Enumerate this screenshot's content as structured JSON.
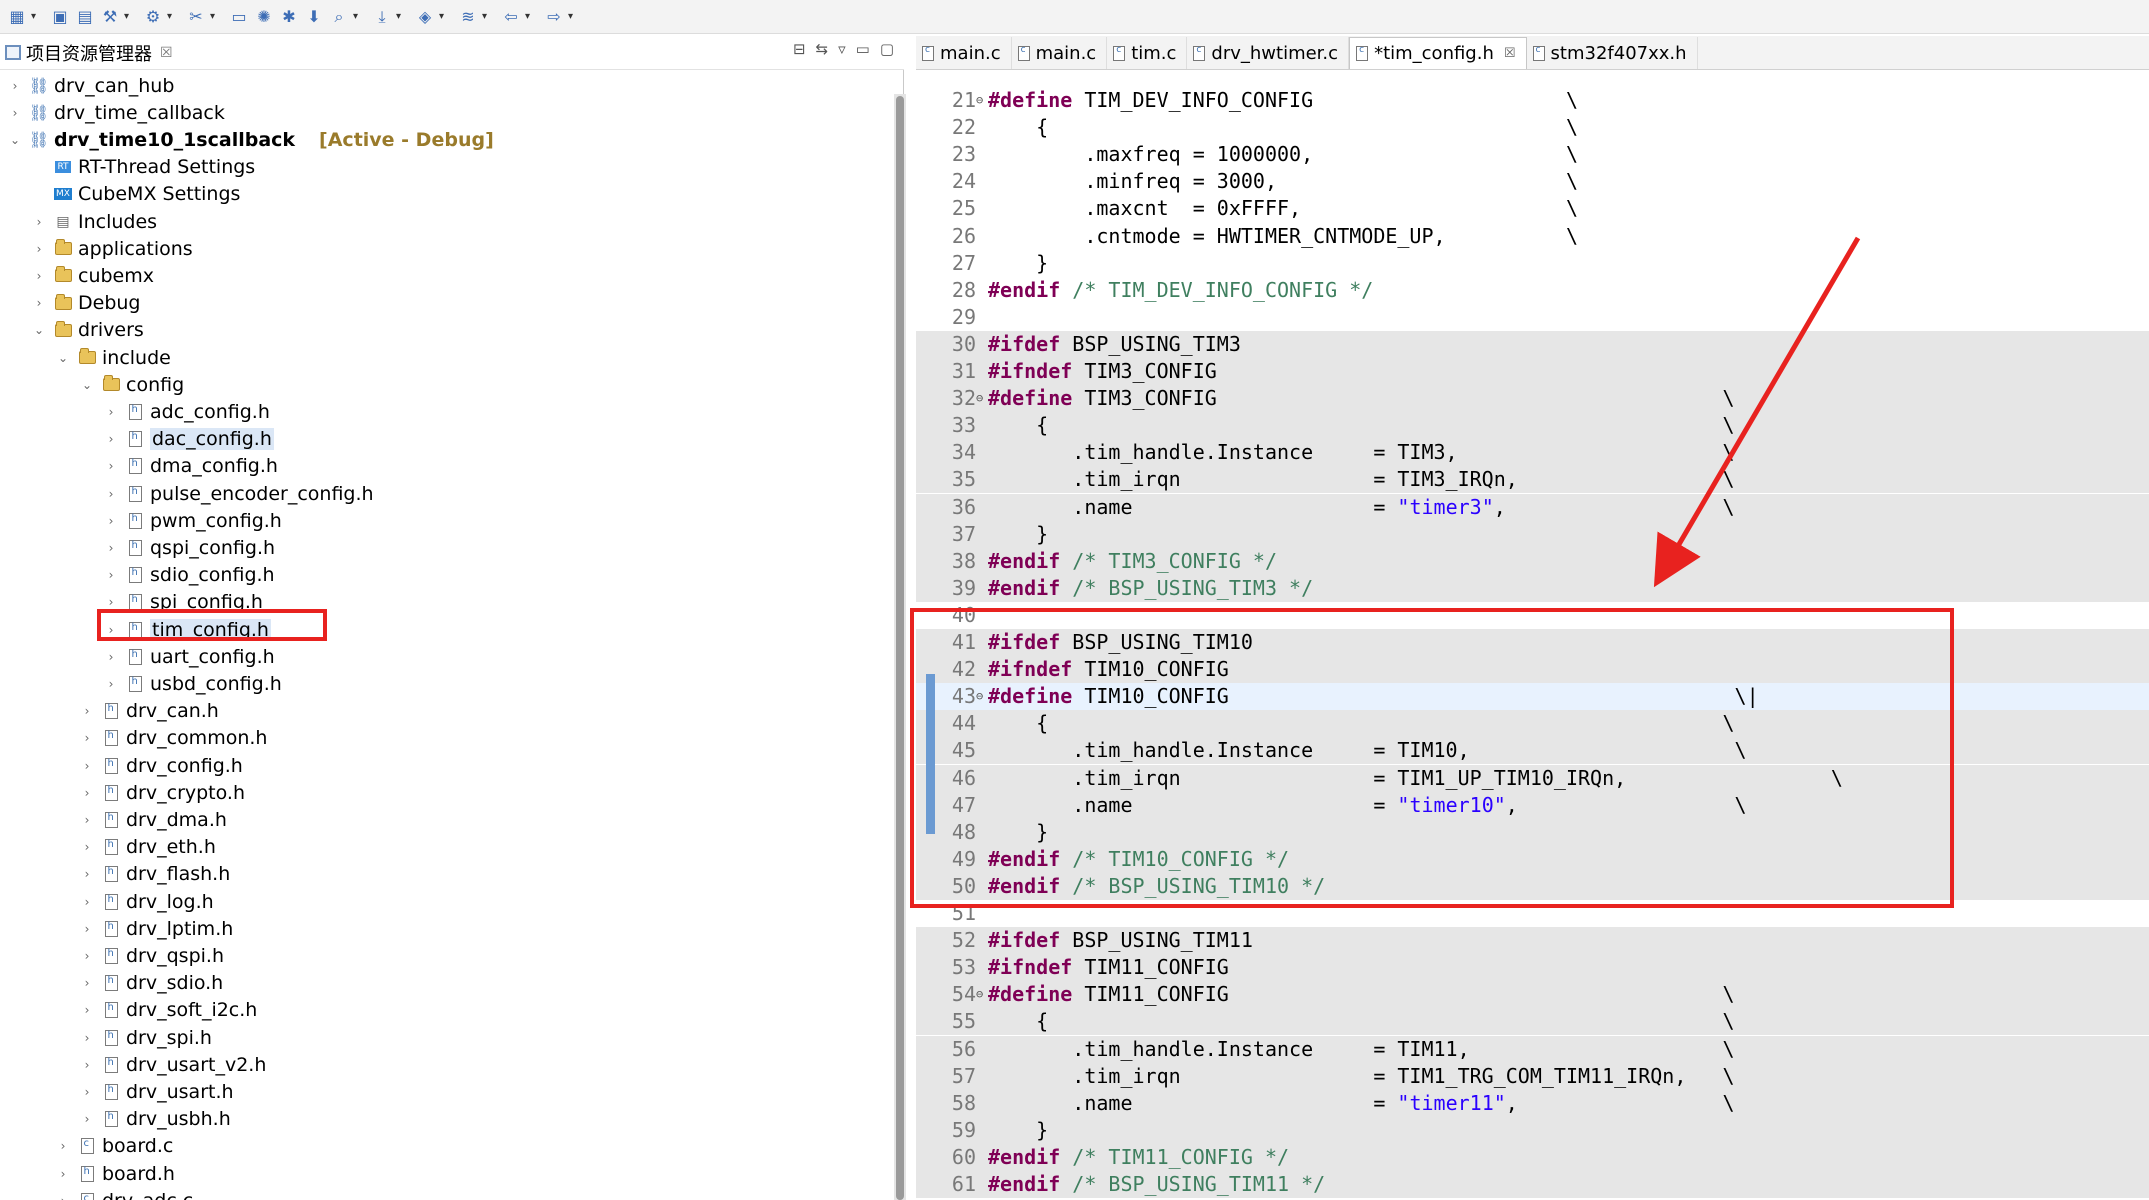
{
  "toolbar": {
    "icons": [
      "new-icon",
      "save-icon",
      "save-all-icon",
      "build-icon",
      "debug-icon",
      "tools-icon",
      "monitor-icon",
      "settings-icon",
      "bug-icon",
      "download-icon",
      "search-icon",
      "layers-icon",
      "back-icon",
      "forward-icon"
    ]
  },
  "explorer": {
    "title": "项目资源管理器",
    "close": "☒"
  },
  "tree": {
    "items": [
      {
        "label": "drv_can_hub",
        "level": 0,
        "chev": "›",
        "icon": "proj"
      },
      {
        "label": "drv_time_callback",
        "level": 0,
        "chev": "›",
        "icon": "proj"
      },
      {
        "label": "drv_time10_1scallback",
        "level": 0,
        "chev": "⌄",
        "icon": "proj",
        "bold": true,
        "tag": "[Active - Debug]"
      },
      {
        "label": "RT-Thread Settings",
        "level": 1,
        "chev": "",
        "icon": "rt"
      },
      {
        "label": "CubeMX Settings",
        "level": 1,
        "chev": "",
        "icon": "mx"
      },
      {
        "label": "Includes",
        "level": 1,
        "chev": "›",
        "icon": "lib"
      },
      {
        "label": "applications",
        "level": 1,
        "chev": "›",
        "icon": "folder"
      },
      {
        "label": "cubemx",
        "level": 1,
        "chev": "›",
        "icon": "folder"
      },
      {
        "label": "Debug",
        "level": 1,
        "chev": "›",
        "icon": "folder"
      },
      {
        "label": "drivers",
        "level": 1,
        "chev": "⌄",
        "icon": "folder"
      },
      {
        "label": "include",
        "level": 2,
        "chev": "⌄",
        "icon": "folder"
      },
      {
        "label": "config",
        "level": 3,
        "chev": "⌄",
        "icon": "folder"
      },
      {
        "label": "adc_config.h",
        "level": 4,
        "chev": "›",
        "icon": "file"
      },
      {
        "label": "dac_config.h",
        "level": 4,
        "chev": "›",
        "icon": "file",
        "selected": true
      },
      {
        "label": "dma_config.h",
        "level": 4,
        "chev": "›",
        "icon": "file"
      },
      {
        "label": "pulse_encoder_config.h",
        "level": 4,
        "chev": "›",
        "icon": "file"
      },
      {
        "label": "pwm_config.h",
        "level": 4,
        "chev": "›",
        "icon": "file"
      },
      {
        "label": "qspi_config.h",
        "level": 4,
        "chev": "›",
        "icon": "file"
      },
      {
        "label": "sdio_config.h",
        "level": 4,
        "chev": "›",
        "icon": "file"
      },
      {
        "label": "spi_config.h",
        "level": 4,
        "chev": "›",
        "icon": "file"
      },
      {
        "label": "tim_config.h",
        "level": 4,
        "chev": "›",
        "icon": "file",
        "selected": true
      },
      {
        "label": "uart_config.h",
        "level": 4,
        "chev": "›",
        "icon": "file"
      },
      {
        "label": "usbd_config.h",
        "level": 4,
        "chev": "›",
        "icon": "file"
      },
      {
        "label": "drv_can.h",
        "level": 3,
        "chev": "›",
        "icon": "file"
      },
      {
        "label": "drv_common.h",
        "level": 3,
        "chev": "›",
        "icon": "file"
      },
      {
        "label": "drv_config.h",
        "level": 3,
        "chev": "›",
        "icon": "file"
      },
      {
        "label": "drv_crypto.h",
        "level": 3,
        "chev": "›",
        "icon": "file"
      },
      {
        "label": "drv_dma.h",
        "level": 3,
        "chev": "›",
        "icon": "file"
      },
      {
        "label": "drv_eth.h",
        "level": 3,
        "chev": "›",
        "icon": "file"
      },
      {
        "label": "drv_flash.h",
        "level": 3,
        "chev": "›",
        "icon": "file"
      },
      {
        "label": "drv_log.h",
        "level": 3,
        "chev": "›",
        "icon": "file"
      },
      {
        "label": "drv_lptim.h",
        "level": 3,
        "chev": "›",
        "icon": "file"
      },
      {
        "label": "drv_qspi.h",
        "level": 3,
        "chev": "›",
        "icon": "file"
      },
      {
        "label": "drv_sdio.h",
        "level": 3,
        "chev": "›",
        "icon": "file"
      },
      {
        "label": "drv_soft_i2c.h",
        "level": 3,
        "chev": "›",
        "icon": "file"
      },
      {
        "label": "drv_spi.h",
        "level": 3,
        "chev": "›",
        "icon": "file"
      },
      {
        "label": "drv_usart_v2.h",
        "level": 3,
        "chev": "›",
        "icon": "file"
      },
      {
        "label": "drv_usart.h",
        "level": 3,
        "chev": "›",
        "icon": "file"
      },
      {
        "label": "drv_usbh.h",
        "level": 3,
        "chev": "›",
        "icon": "file"
      },
      {
        "label": "board.c",
        "level": 2,
        "chev": "›",
        "icon": "filec"
      },
      {
        "label": "board.h",
        "level": 2,
        "chev": "›",
        "icon": "file"
      },
      {
        "label": "drv_adc.c",
        "level": 2,
        "chev": "›",
        "icon": "filec"
      }
    ]
  },
  "editor": {
    "tabs": [
      {
        "label": "main.c",
        "active": false
      },
      {
        "label": "main.c",
        "active": false
      },
      {
        "label": "tim.c",
        "active": false
      },
      {
        "label": "drv_hwtimer.c",
        "active": false
      },
      {
        "label": "*tim_config.h",
        "active": true,
        "close": "☒"
      },
      {
        "label": "stm32f407xx.h",
        "active": false
      }
    ],
    "lines": [
      {
        "n": "21",
        "fold": "⊖",
        "parts": [
          [
            "kw",
            "#define"
          ],
          [
            "",
            " TIM_DEV_INFO_CONFIG                     \\"
          ]
        ]
      },
      {
        "n": "22",
        "parts": [
          [
            "",
            "    {                                           \\"
          ]
        ]
      },
      {
        "n": "23",
        "parts": [
          [
            "",
            "        .maxfreq = 1000000,                     \\"
          ]
        ]
      },
      {
        "n": "24",
        "parts": [
          [
            "",
            "        .minfreq = 3000,                        \\"
          ]
        ]
      },
      {
        "n": "25",
        "parts": [
          [
            "",
            "        .maxcnt  = 0xFFFF,                      \\"
          ]
        ]
      },
      {
        "n": "26",
        "parts": [
          [
            "",
            "        .cntmode = HWTIMER_CNTMODE_UP,          \\"
          ]
        ]
      },
      {
        "n": "27",
        "parts": [
          [
            "",
            "    }"
          ]
        ]
      },
      {
        "n": "28",
        "parts": [
          [
            "kw",
            "#endif"
          ],
          [
            "",
            " "
          ],
          [
            "cm",
            "/* TIM_DEV_INFO_CONFIG */"
          ]
        ]
      },
      {
        "n": "29",
        "parts": [
          [
            "",
            ""
          ]
        ]
      },
      {
        "n": "30",
        "shaded": true,
        "parts": [
          [
            "kw",
            "#ifdef"
          ],
          [
            "",
            " BSP_USING_TIM3"
          ]
        ]
      },
      {
        "n": "31",
        "shaded": true,
        "parts": [
          [
            "kw",
            "#ifndef"
          ],
          [
            "",
            " TIM3_CONFIG"
          ]
        ]
      },
      {
        "n": "32",
        "shaded": true,
        "fold": "⊖",
        "parts": [
          [
            "kw",
            "#define"
          ],
          [
            "",
            " TIM3_CONFIG                                          \\"
          ]
        ]
      },
      {
        "n": "33",
        "shaded": true,
        "parts": [
          [
            "",
            "    {                                                        \\"
          ]
        ]
      },
      {
        "n": "34",
        "shaded": true,
        "parts": [
          [
            "",
            "       .tim_handle.Instance     = TIM3,                      \\"
          ]
        ]
      },
      {
        "n": "35",
        "shaded": true,
        "parts": [
          [
            "",
            "       .tim_irqn                = TIM3_IRQn,                 \\"
          ]
        ]
      },
      {
        "n": "36",
        "shaded": true,
        "parts": [
          [
            "",
            "       .name                    = "
          ],
          [
            "st",
            "\"timer3\""
          ],
          [
            "",
            ",                  \\"
          ]
        ]
      },
      {
        "n": "37",
        "shaded": true,
        "parts": [
          [
            "",
            "    }"
          ]
        ]
      },
      {
        "n": "38",
        "shaded": true,
        "parts": [
          [
            "kw",
            "#endif"
          ],
          [
            "",
            " "
          ],
          [
            "cm",
            "/* TIM3_CONFIG */"
          ]
        ]
      },
      {
        "n": "39",
        "shaded": true,
        "parts": [
          [
            "kw",
            "#endif"
          ],
          [
            "",
            " "
          ],
          [
            "cm",
            "/* BSP_USING_TIM3 */"
          ]
        ]
      },
      {
        "n": "40",
        "parts": [
          [
            "",
            ""
          ]
        ]
      },
      {
        "n": "41",
        "shaded": true,
        "parts": [
          [
            "kw",
            "#ifdef"
          ],
          [
            "",
            " BSP_USING_TIM10"
          ]
        ]
      },
      {
        "n": "42",
        "shaded": true,
        "parts": [
          [
            "kw",
            "#ifndef"
          ],
          [
            "",
            " TIM10_CONFIG"
          ]
        ]
      },
      {
        "n": "43",
        "cur": true,
        "fold": "⊖",
        "parts": [
          [
            "kw",
            "#define"
          ],
          [
            "",
            " TIM10_CONFIG                                          \\|"
          ]
        ]
      },
      {
        "n": "44",
        "shaded": true,
        "parts": [
          [
            "",
            "    {                                                        \\"
          ]
        ]
      },
      {
        "n": "45",
        "shaded": true,
        "parts": [
          [
            "",
            "       .tim_handle.Instance     = TIM10,                      \\"
          ]
        ]
      },
      {
        "n": "46",
        "shaded": true,
        "parts": [
          [
            "",
            "       .tim_irqn                = TIM1_UP_TIM10_IRQn,                 \\"
          ]
        ]
      },
      {
        "n": "47",
        "shaded": true,
        "parts": [
          [
            "",
            "       .name                    = "
          ],
          [
            "st",
            "\"timer10\""
          ],
          [
            "",
            ",                  \\"
          ]
        ]
      },
      {
        "n": "48",
        "shaded": true,
        "parts": [
          [
            "",
            "    }"
          ]
        ]
      },
      {
        "n": "49",
        "shaded": true,
        "parts": [
          [
            "kw",
            "#endif"
          ],
          [
            "",
            " "
          ],
          [
            "cm",
            "/* TIM10_CONFIG */"
          ]
        ]
      },
      {
        "n": "50",
        "shaded": true,
        "parts": [
          [
            "kw",
            "#endif"
          ],
          [
            "",
            " "
          ],
          [
            "cm",
            "/* BSP_USING_TIM10 */"
          ]
        ]
      },
      {
        "n": "51",
        "parts": [
          [
            "",
            ""
          ]
        ]
      },
      {
        "n": "52",
        "shaded": true,
        "parts": [
          [
            "kw",
            "#ifdef"
          ],
          [
            "",
            " BSP_USING_TIM11"
          ]
        ]
      },
      {
        "n": "53",
        "shaded": true,
        "parts": [
          [
            "kw",
            "#ifndef"
          ],
          [
            "",
            " TIM11_CONFIG"
          ]
        ]
      },
      {
        "n": "54",
        "shaded": true,
        "fold": "⊖",
        "parts": [
          [
            "kw",
            "#define"
          ],
          [
            "",
            " TIM11_CONFIG                                         \\"
          ]
        ]
      },
      {
        "n": "55",
        "shaded": true,
        "parts": [
          [
            "",
            "    {                                                        \\"
          ]
        ]
      },
      {
        "n": "56",
        "shaded": true,
        "parts": [
          [
            "",
            "       .tim_handle.Instance     = TIM11,                     \\"
          ]
        ]
      },
      {
        "n": "57",
        "shaded": true,
        "parts": [
          [
            "",
            "       .tim_irqn                = TIM1_TRG_COM_TIM11_IRQn,   \\"
          ]
        ]
      },
      {
        "n": "58",
        "shaded": true,
        "parts": [
          [
            "",
            "       .name                    = "
          ],
          [
            "st",
            "\"timer11\""
          ],
          [
            "",
            ",                 \\"
          ]
        ]
      },
      {
        "n": "59",
        "shaded": true,
        "parts": [
          [
            "",
            "    }"
          ]
        ]
      },
      {
        "n": "60",
        "shaded": true,
        "parts": [
          [
            "kw",
            "#endif"
          ],
          [
            "",
            " "
          ],
          [
            "cm",
            "/* TIM11_CONFIG */"
          ]
        ]
      },
      {
        "n": "61",
        "shaded": true,
        "parts": [
          [
            "kw",
            "#endif"
          ],
          [
            "",
            " "
          ],
          [
            "cm",
            "/* BSP_USING_TIM11 */"
          ]
        ]
      }
    ]
  },
  "colors": {
    "annotation": "#e8221f",
    "keyword": "#7f0055",
    "comment": "#3f7f5f",
    "string": "#2a00ff"
  }
}
